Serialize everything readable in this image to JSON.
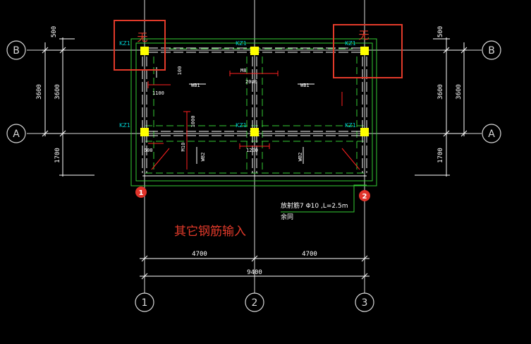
{
  "axes": {
    "rows": [
      {
        "label": "B"
      },
      {
        "label": "A"
      }
    ],
    "cols": [
      {
        "label": "1"
      },
      {
        "label": "2"
      },
      {
        "label": "3"
      }
    ]
  },
  "dims": {
    "left_500": "500",
    "left_3600_a": "3600",
    "left_3600_b": "3600",
    "left_1700": "1700",
    "right_500": "500",
    "right_3600_a": "3600",
    "right_3600_b": "3600",
    "right_1700": "1700",
    "bottom_4700_a": "4700",
    "bottom_4700_b": "4700",
    "bottom_9400": "9400"
  },
  "labels": {
    "kz1": "KZ1",
    "wb1": "WB1",
    "wb2": "WB2",
    "m8": "M8",
    "m10": "M10",
    "d100": "100",
    "d1100": "1100",
    "d2000": "2000",
    "d600": "600",
    "d1000": "1000",
    "d1200": "1200",
    "note_line1": "放射筋7 Φ10 ,L=2.5m",
    "note_line2": "余同"
  },
  "annotations": {
    "none_mark": "无",
    "other_rebar_input": "其它钢筋输入",
    "marker_1": "1",
    "marker_2": "2"
  },
  "colors": {
    "background": "#000000",
    "grid_line": "#d8d8d8",
    "dim_line": "#ffffff",
    "slab_outline": "#33cc33",
    "column_fill": "#ffff00",
    "column_label": "#00d0d0",
    "rebar": "#ff2020",
    "annotation_red": "#e23a2a",
    "marker_fill": "#e0332a"
  }
}
